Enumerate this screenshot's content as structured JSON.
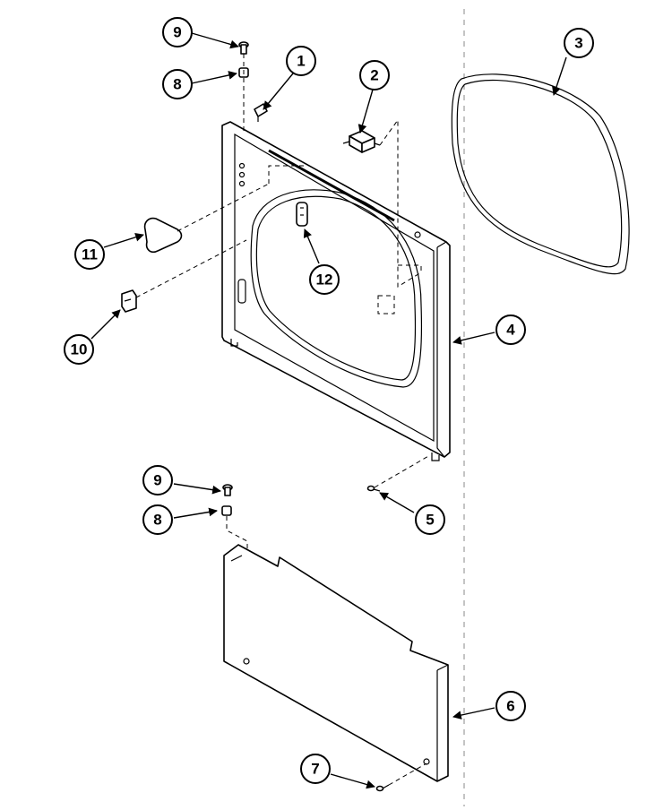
{
  "callouts": {
    "c1": "1",
    "c2": "2",
    "c3": "3",
    "c4": "4",
    "c5": "5",
    "c6": "6",
    "c7": "7",
    "c8a": "8",
    "c8b": "8",
    "c9a": "9",
    "c9b": "9",
    "c10": "10",
    "c11": "11",
    "c12": "12"
  }
}
